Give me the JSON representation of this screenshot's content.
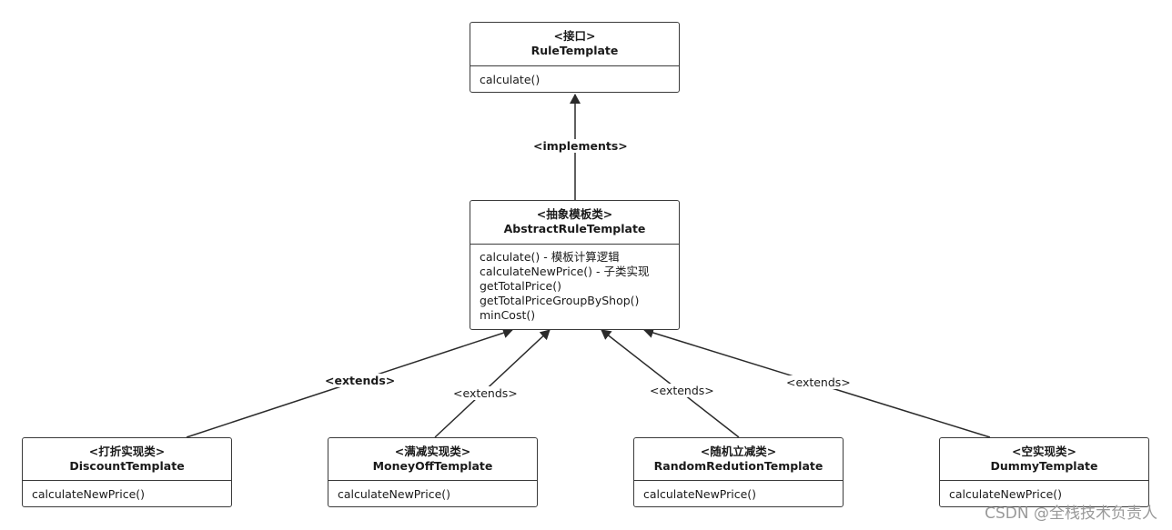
{
  "classes": {
    "rule_template": {
      "stereotype": "<接口>",
      "name": "RuleTemplate",
      "methods": [
        "calculate()"
      ]
    },
    "abstract_rule_template": {
      "stereotype": "<抽象模板类>",
      "name": "AbstractRuleTemplate",
      "methods": [
        "calculate() - 模板计算逻辑",
        "calculateNewPrice() - 子类实现",
        "getTotalPrice()",
        "getTotalPriceGroupByShop()",
        "minCost()"
      ]
    },
    "discount_template": {
      "stereotype": "<打折实现类>",
      "name": "DiscountTemplate",
      "methods": [
        "calculateNewPrice()"
      ]
    },
    "money_off_template": {
      "stereotype": "<满减实现类>",
      "name": "MoneyOffTemplate",
      "methods": [
        "calculateNewPrice()"
      ]
    },
    "random_redution_template": {
      "stereotype": "<随机立减类>",
      "name": "RandomRedutionTemplate",
      "methods": [
        "calculateNewPrice()"
      ]
    },
    "dummy_template": {
      "stereotype": "<空实现类>",
      "name": "DummyTemplate",
      "methods": [
        "calculateNewPrice()"
      ]
    }
  },
  "relations": {
    "implements": "<implements>",
    "extends_1": "<extends>",
    "extends_2": "<extends>",
    "extends_3": "<extends>",
    "extends_4": "<extends>"
  },
  "watermark": "CSDN @全栈技术负责人"
}
